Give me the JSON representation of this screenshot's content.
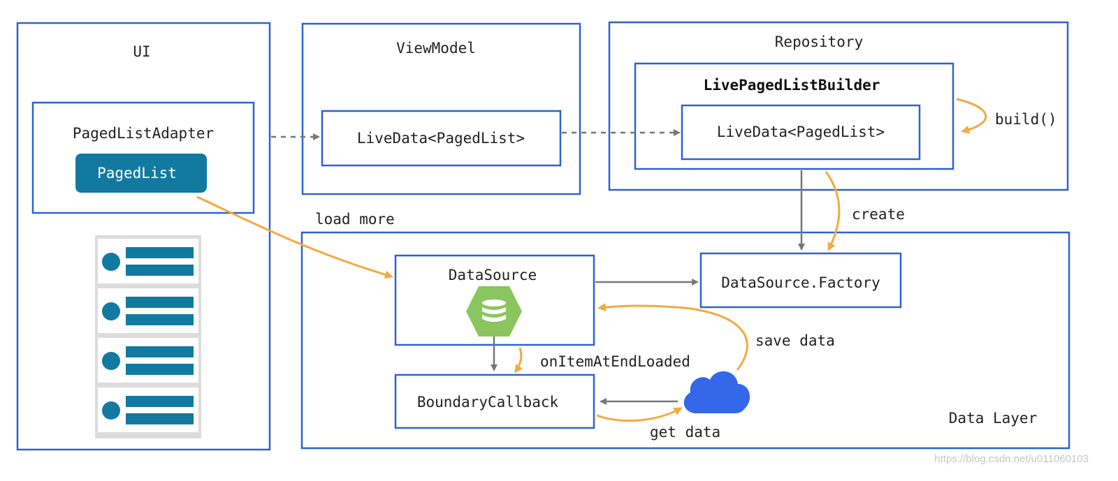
{
  "colors": {
    "box_border": "#2f62d0",
    "paged_list_fill": "#127aa0",
    "orange_arrow": "#f5a940",
    "gray_arrow": "#777777",
    "database_icon": "#8bc560",
    "cloud_icon": "#3468e8",
    "list_item_accent": "#127aa0",
    "list_item_bg": "#dcdcdc"
  },
  "containers": {
    "ui": "UI",
    "viewmodel": "ViewModel",
    "repository": "Repository",
    "data_layer": "Data Layer"
  },
  "nodes": {
    "paged_list_adapter": "PagedListAdapter",
    "paged_list": "PagedList",
    "vm_live_data": "LiveData<PagedList>",
    "live_paged_list_builder": "LivePagedListBuilder",
    "repo_live_data": "LiveData<PagedList>",
    "data_source": "DataSource",
    "data_source_factory": "DataSource.Factory",
    "boundary_callback": "BoundaryCallback"
  },
  "icons": {
    "data_source_icon": "database-icon",
    "network_icon": "cloud-icon"
  },
  "edges": {
    "build": "build()",
    "create": "create",
    "load_more": "load more",
    "save_data": "save data",
    "on_item_at_end_loaded": "onItemAtEndLoaded",
    "get_data": "get data"
  },
  "list_preview_rows": 4,
  "watermark": "https://blog.csdn.net/u011060103"
}
